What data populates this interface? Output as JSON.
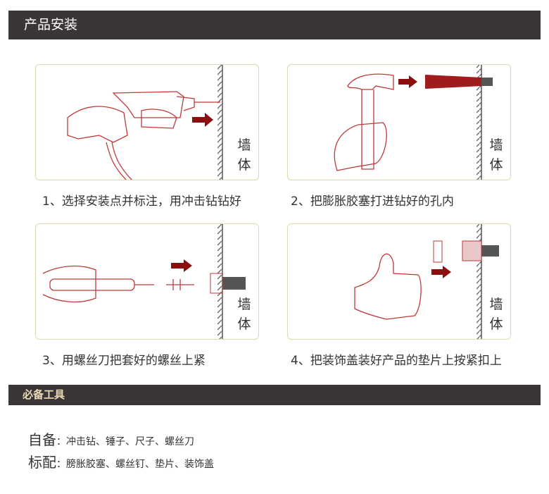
{
  "header": {
    "title": "产品安装"
  },
  "steps": [
    {
      "caption": "1、选择安装点并标注，用冲击钻钻好",
      "wall_label": "墙体"
    },
    {
      "caption": "2、把膨胀胶塞打进钻好的孔内",
      "wall_label": "墙体"
    },
    {
      "caption": "3、用螺丝刀把套好的螺丝上紧",
      "wall_label": "墙体"
    },
    {
      "caption": "4、把装饰盖装好产品的垫片上按紧扣上",
      "wall_label": "墙体"
    }
  ],
  "tools_section": {
    "title": "必备工具",
    "self": {
      "label": "自备",
      "items": "：冲击钻、锤子、尺子、螺丝刀"
    },
    "included": {
      "label": "标配",
      "items": "：膀胀胶塞、螺丝钉、垫片、装饰盖"
    }
  },
  "colors": {
    "header_bg": "#3b3535",
    "line": "#c0393b",
    "arrow": "#8b0f0f",
    "panel_border": "#d9dcaa"
  }
}
